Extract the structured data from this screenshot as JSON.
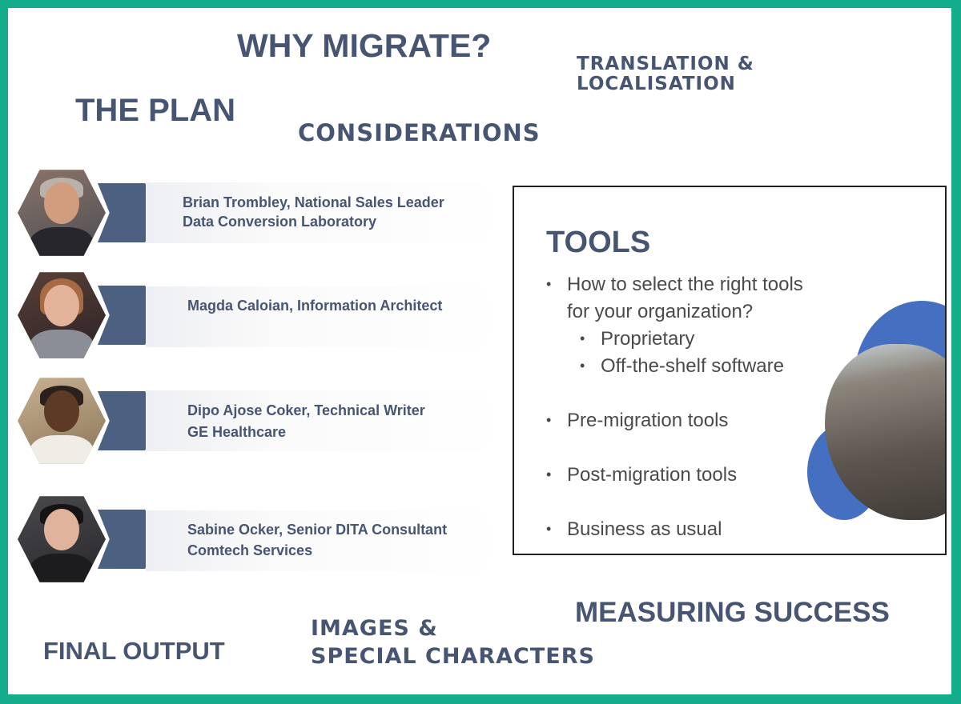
{
  "topics": {
    "why_migrate": "WHY MIGRATE?",
    "translation_line1": "TRANSLATION &",
    "translation_line2": "LOCALISATION",
    "the_plan": "THE PLAN",
    "considerations": "CONSIDERATIONS",
    "measuring_success": "MEASURING SUCCESS",
    "images_line1": "IMAGES &",
    "images_line2": "SPECIAL CHARACTERS",
    "final_output": "FINAL OUTPUT"
  },
  "speakers": [
    {
      "line1": "Brian Trombley, National Sales Leader",
      "line2": "Data Conversion Laboratory"
    },
    {
      "line1": "Magda Caloian, Information Architect",
      "line2": ""
    },
    {
      "line1": "Dipo Ajose Coker, Technical Writer",
      "line2": "GE Healthcare"
    },
    {
      "line1": "Sabine Ocker, Senior DITA Consultant",
      "line2": "Comtech Services"
    }
  ],
  "slide": {
    "title": "TOOLS",
    "bullets": [
      "How to select the right tools",
      "for your organization?",
      "Proprietary",
      "Off-the-shelf software",
      "Pre-migration tools",
      "Post-migration tools",
      "Business as usual"
    ],
    "bullet_glyph": "•"
  },
  "colors": {
    "border": "#13ad8c",
    "heading": "#475572",
    "chevron": "#4c6182",
    "accent_blue": "#4570c2"
  }
}
